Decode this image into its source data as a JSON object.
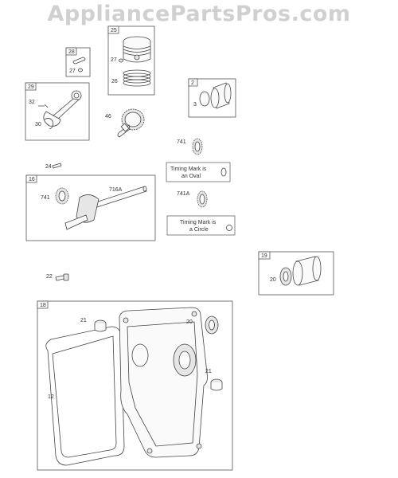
{
  "watermark": "AppliancePartsPros.com",
  "groups": {
    "g25": "25",
    "g28": "28",
    "g29": "29",
    "g2": "2",
    "g16": "16",
    "g19": "19",
    "g18": "18"
  },
  "callouts": {
    "c27a": "27",
    "c26": "26",
    "c27b": "27",
    "c32": "32",
    "c30": "30",
    "c46": "46",
    "c3": "3",
    "c741a": "741",
    "c24": "24",
    "c716a": "716A",
    "c741b": "741",
    "c741A": "741A",
    "c20a": "20",
    "c22": "22",
    "c21a": "21",
    "c20b": "20",
    "c21b": "21",
    "c12": "12"
  },
  "notes": {
    "oval_line1": "Timing Mark is",
    "oval_line2": "an Oval",
    "circle_line1": "Timing Mark is",
    "circle_line2": "a Circle"
  }
}
